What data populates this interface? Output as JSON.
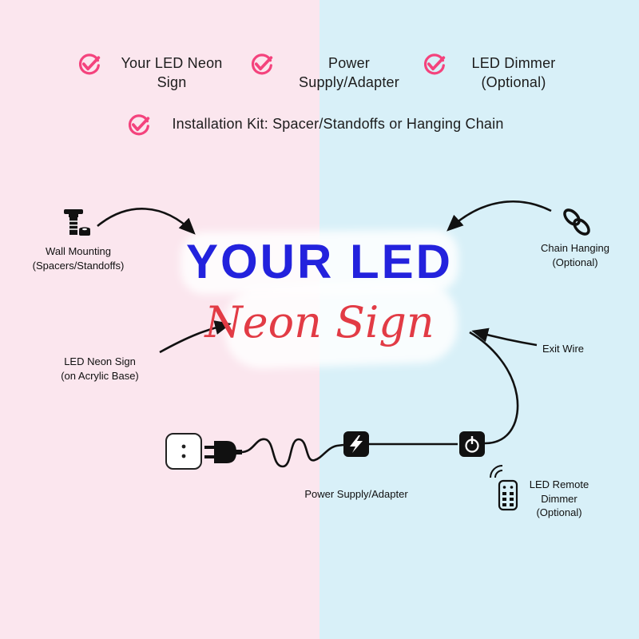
{
  "colors": {
    "bg_left": "#fbe6ee",
    "bg_right": "#d8f0f8",
    "check_pink": "#f4437d",
    "sign_blue": "#2322dd",
    "sign_red": "#e23b45",
    "ink": "#111111"
  },
  "checklist": {
    "item1": "Your LED Neon Sign",
    "item2": "Power Supply/Adapter",
    "item3": "LED Dimmer (Optional)",
    "item4": "Installation Kit: Spacer/Standoffs or Hanging Chain"
  },
  "sign": {
    "title": "YOUR LED",
    "subtitle": "Neon Sign"
  },
  "annotations": {
    "wall_mounting": "Wall Mounting\n(Spacers/Standoffs)",
    "chain_hanging": "Chain Hanging\n(Optional)",
    "led_neon_sign": "LED Neon Sign\n(on Acrylic Base)",
    "exit_wire": "Exit Wire",
    "power_supply": "Power Supply/Adapter",
    "led_remote": "LED Remote\nDimmer\n(Optional)"
  }
}
